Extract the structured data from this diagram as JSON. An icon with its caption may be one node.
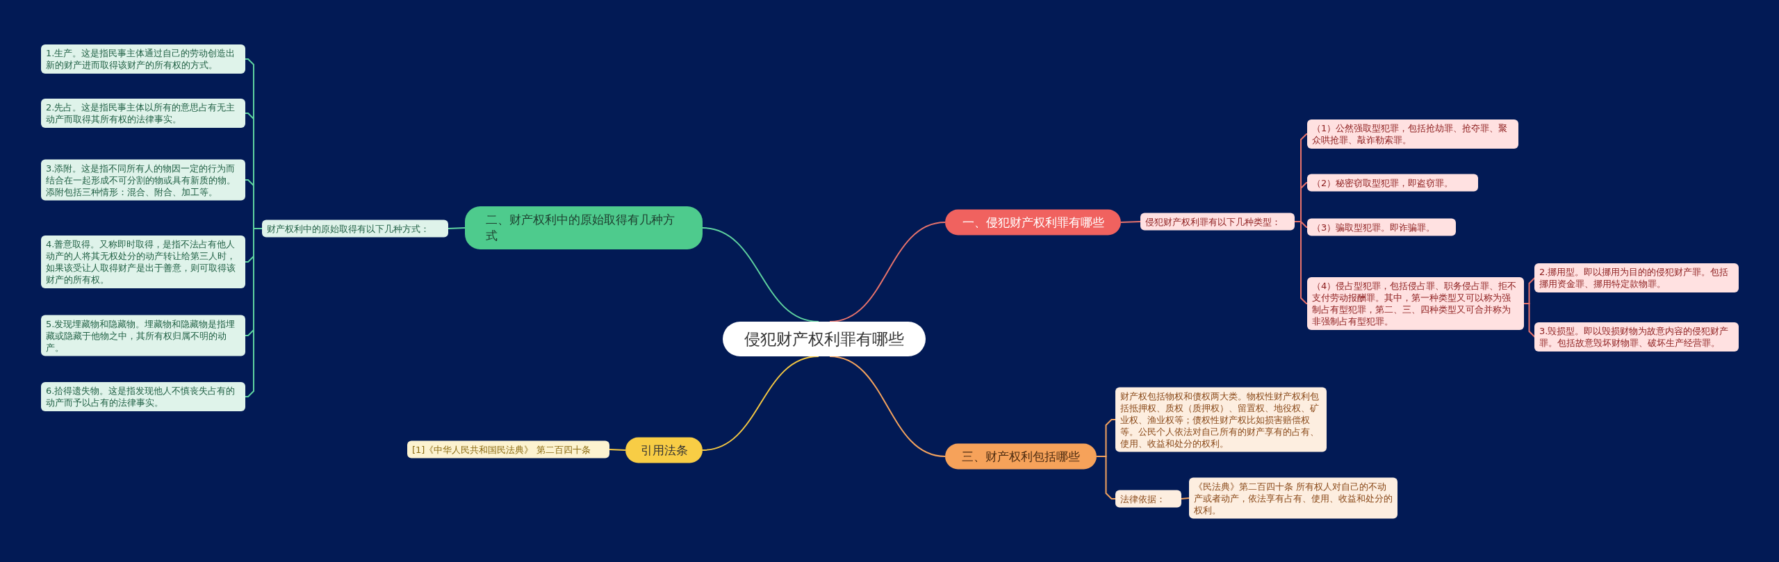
{
  "diagram": {
    "nodes": [
      {
        "text": [
          "侵犯财产权利罪有哪些"
        ]
      },
      {
        "text": [
          "二、财产权利中的原始取得有几种方式"
        ]
      },
      {
        "text": [
          "财产权利中的原始取得有以下几种方式："
        ]
      },
      {
        "text": [
          "1.生产。这是指民事主体通过自己的劳动创造出新的财产进而取得该财产的所有权的方式。"
        ]
      },
      {
        "text": [
          "2.先占。这是指民事主体以所有的意思占有无主动产而取得其所有权的法律事实。"
        ]
      },
      {
        "text": [
          "3.添附。这是指不同所有人的物因一定的行为而结合在一起形成不可分割的物或具有新质的物。添附包括三种情形：混合、附合、加工等。"
        ]
      },
      {
        "text": [
          "4.善意取得。又称即时取得，是指不法占有他人动产的人将其无权处分的动产转让给第三人时，如果该受让人取得财产是出于善意，则可取得该财产的所有权。"
        ]
      },
      {
        "text": [
          "5.发现埋藏物和隐藏物。埋藏物和隐藏物是指埋藏或隐藏于他物之中，其所有权归属不明的动产。"
        ]
      },
      {
        "text": [
          "6.拾得遗失物。这是指发现他人不慎丧失占有的动产而予以占有的法律事实。"
        ]
      },
      {
        "text": [
          "引用法条"
        ]
      },
      {
        "text": [
          "[1]《中华人民共和国民法典》 第二百四十条"
        ]
      },
      {
        "text": [
          "一、侵犯财产权利罪有哪些"
        ]
      },
      {
        "text": [
          "侵犯财产权利罪有以下几种类型："
        ]
      },
      {
        "text": [
          "（1）公然强取型犯罪，包括抢劫罪、抢夺罪、聚众哄抢罪、敲诈勒索罪。"
        ]
      },
      {
        "text": [
          "（2）秘密窃取型犯罪，即盗窃罪。"
        ]
      },
      {
        "text": [
          "（3）骗取型犯罪。即诈骗罪。"
        ]
      },
      {
        "text": [
          "（4）侵占型犯罪，包括侵占罪、职务侵占罪、拒不支付劳动报酬罪。其中，第一种类型又可以称为强制占有型犯罪，第二、三、四种类型又可合并称为非强制占有型犯罪。"
        ]
      },
      {
        "text": [
          "2.挪用型。即以挪用为目的的侵犯财产罪。包括挪用资金罪、挪用特定款物罪。"
        ]
      },
      {
        "text": [
          "3.毁损型。即以毁损财物为故意内容的侵犯财产罪。包括故意毁坏财物罪、破坏生产经营罪。"
        ]
      },
      {
        "text": [
          "三、财产权利包括哪些"
        ]
      },
      {
        "text": [
          "财产权包括物权和债权两大类。物权性财产权利包括抵押权、质权（质押权）、留置权、地役权、矿业权、渔业权等；债权性财产权比如损害赔偿权等。公民个人依法对自己所有的财产享有的占有、使用、收益和处分的权利。"
        ]
      },
      {
        "text": [
          "法律依据："
        ]
      },
      {
        "text": [
          "《民法典》第二百四十条 所有权人对自己的不动产或者动产，依法享有占有、使用、收益和处分的权利。"
        ]
      }
    ],
    "edges": [
      {
        "from": 0,
        "to": 1,
        "arrow": "none",
        "color": "#5fd3a0"
      },
      {
        "from": 1,
        "to": 2,
        "arrow": "none",
        "color": "#5fd3a0"
      },
      {
        "from": 2,
        "to": 3,
        "arrow": "none",
        "color": "#5fd3a0"
      },
      {
        "from": 2,
        "to": 4,
        "arrow": "none",
        "color": "#5fd3a0"
      },
      {
        "from": 2,
        "to": 5,
        "arrow": "none",
        "color": "#5fd3a0"
      },
      {
        "from": 2,
        "to": 6,
        "arrow": "none",
        "color": "#5fd3a0"
      },
      {
        "from": 2,
        "to": 7,
        "arrow": "none",
        "color": "#5fd3a0"
      },
      {
        "from": 2,
        "to": 8,
        "arrow": "none",
        "color": "#5fd3a0"
      },
      {
        "from": 0,
        "to": 9,
        "arrow": "none",
        "color": "#f5c842"
      },
      {
        "from": 9,
        "to": 10,
        "arrow": "none",
        "color": "#f5c842"
      },
      {
        "from": 0,
        "to": 11,
        "arrow": "none",
        "color": "#e8736c"
      },
      {
        "from": 11,
        "to": 12,
        "arrow": "none",
        "color": "#e8736c"
      },
      {
        "from": 12,
        "to": 13,
        "arrow": "none",
        "color": "#e8736c"
      },
      {
        "from": 12,
        "to": 14,
        "arrow": "none",
        "color": "#e8736c"
      },
      {
        "from": 12,
        "to": 15,
        "arrow": "none",
        "color": "#e8736c"
      },
      {
        "from": 12,
        "to": 16,
        "arrow": "none",
        "color": "#e8736c"
      },
      {
        "from": 16,
        "to": 17,
        "arrow": "none",
        "color": "#e8736c"
      },
      {
        "from": 16,
        "to": 18,
        "arrow": "none",
        "color": "#e8736c"
      },
      {
        "from": 0,
        "to": 19,
        "arrow": "none",
        "color": "#f4a35e"
      },
      {
        "from": 19,
        "to": 20,
        "arrow": "none",
        "color": "#f4a35e"
      },
      {
        "from": 19,
        "to": 21,
        "arrow": "none",
        "color": "#f4a35e"
      },
      {
        "from": 21,
        "to": 22,
        "arrow": "none",
        "color": "#f4a35e"
      }
    ]
  }
}
